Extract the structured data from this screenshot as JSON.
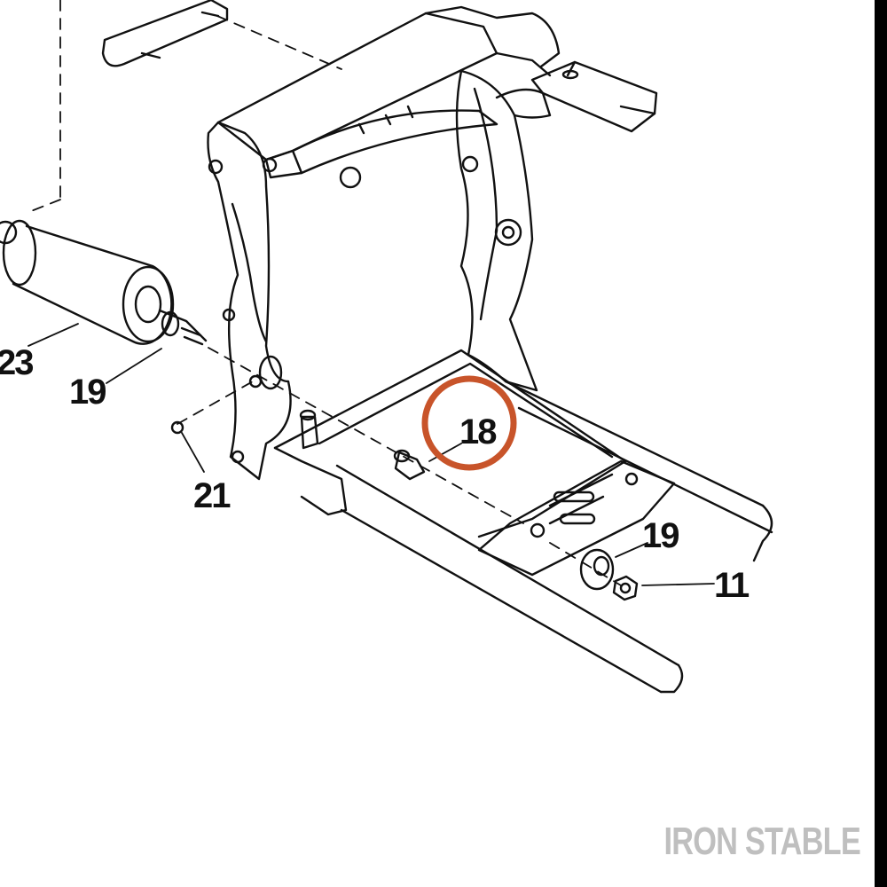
{
  "callouts": {
    "c23": "23",
    "c19_left": "19",
    "c21": "21",
    "c18": "18",
    "c19_right": "19",
    "c11": "11"
  },
  "highlight": {
    "color": "#c8542a",
    "target": "18"
  },
  "brand": {
    "text": "IRON STABLE",
    "color": "#bfbfbf"
  },
  "colors": {
    "line": "#111111",
    "border": "#000000"
  }
}
